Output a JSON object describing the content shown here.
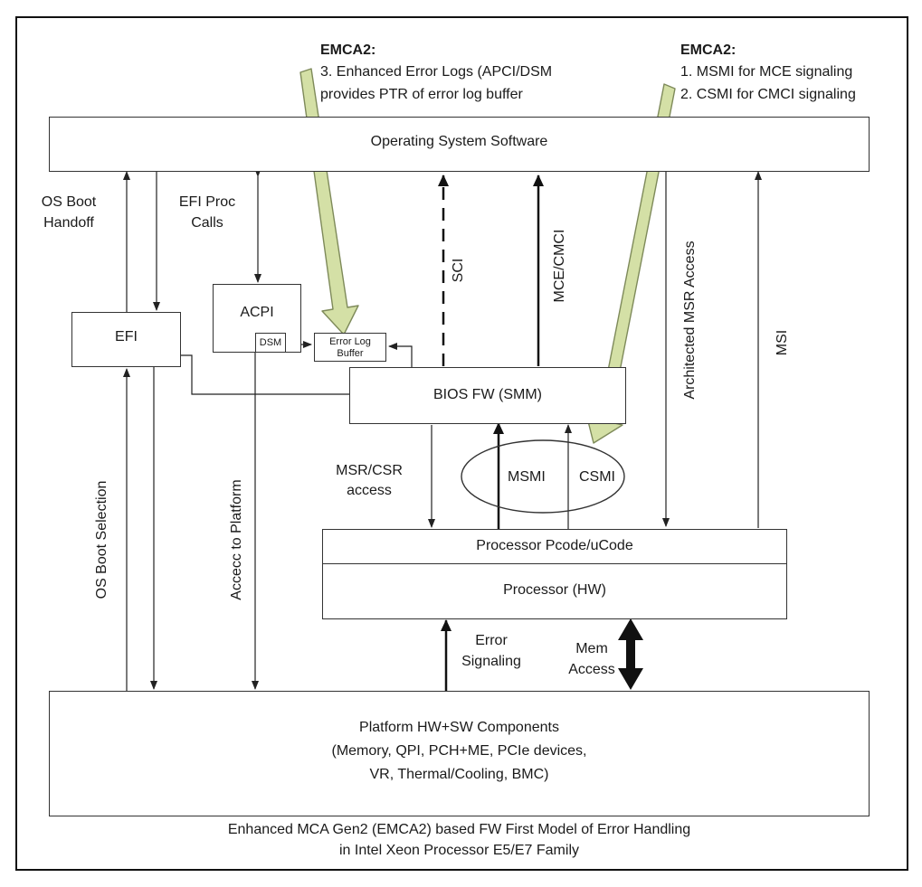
{
  "emca2_left": {
    "title": "EMCA2:",
    "line1": "3. Enhanced Error Logs (APCI/DSM",
    "line2": "provides PTR of error log buffer"
  },
  "emca2_right": {
    "title": "EMCA2:",
    "line1": "1. MSMI for MCE signaling",
    "line2": "2. CSMI for CMCI signaling"
  },
  "os_box": "Operating System Software",
  "os_boot_handoff": {
    "line1": "OS Boot",
    "line2": "Handoff"
  },
  "efi_proc_calls": {
    "line1": "EFI Proc",
    "line2": "Calls"
  },
  "sci": "SCI",
  "mce_cmci": "MCE/CMCI",
  "architected_msr": "Architected MSR Access",
  "msi": "MSI",
  "efi_box": "EFI",
  "acpi_box": "ACPI",
  "dsm_box": "DSM",
  "error_log_buffer": {
    "line1": "Error Log",
    "line2": "Buffer"
  },
  "bios_box": "BIOS FW (SMM)",
  "msr_csr": {
    "line1": "MSR/CSR",
    "line2": "access"
  },
  "msmi": "MSMI",
  "csmi": "CSMI",
  "os_boot_selection": "OS Boot Selection",
  "access_to_platform": "Accecc to Platform",
  "pcode_box": "Processor Pcode/uCode",
  "processor_box": "Processor (HW)",
  "error_signaling": {
    "line1": "Error",
    "line2": "Signaling"
  },
  "mem_access": {
    "line1": "Mem",
    "line2": "Access"
  },
  "platform_box": {
    "line1": "Platform HW+SW Components",
    "line2": "(Memory, QPI, PCH+ME, PCIe devices,",
    "line3": "VR, Thermal/Cooling, BMC)"
  },
  "caption": {
    "line1": "Enhanced MCA Gen2 (EMCA2) based FW First Model of Error Handling",
    "line2": "in Intel Xeon Processor E5/E7 Family"
  },
  "colors": {
    "callout_fill": "#d4e0a6",
    "callout_stroke": "#7e8a5a",
    "line": "#222222"
  }
}
